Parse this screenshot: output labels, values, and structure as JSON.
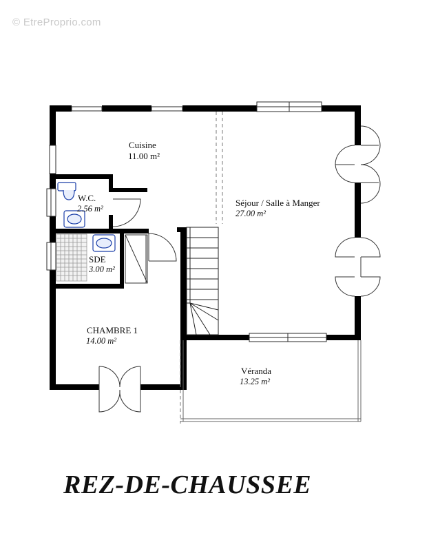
{
  "watermark": "© EtreProprio.com",
  "title": "REZ-DE-CHAUSSEE",
  "rooms": {
    "cuisine": {
      "name": "Cuisine",
      "area": "11.00 m²"
    },
    "wc": {
      "name": "W.C.",
      "area": "2.56 m²"
    },
    "sejour": {
      "name": "Séjour / Salle à Manger",
      "area": "27.00 m²"
    },
    "sde": {
      "name": "SDE",
      "area": "3.00 m²"
    },
    "chambre": {
      "name": "CHAMBRE 1",
      "area": "14.00 m²"
    },
    "veranda": {
      "name": "Véranda",
      "area": "13.25 m²"
    }
  },
  "colors": {
    "wall": "#000000",
    "fixture": "#1a3ea8",
    "line": "#555555"
  }
}
